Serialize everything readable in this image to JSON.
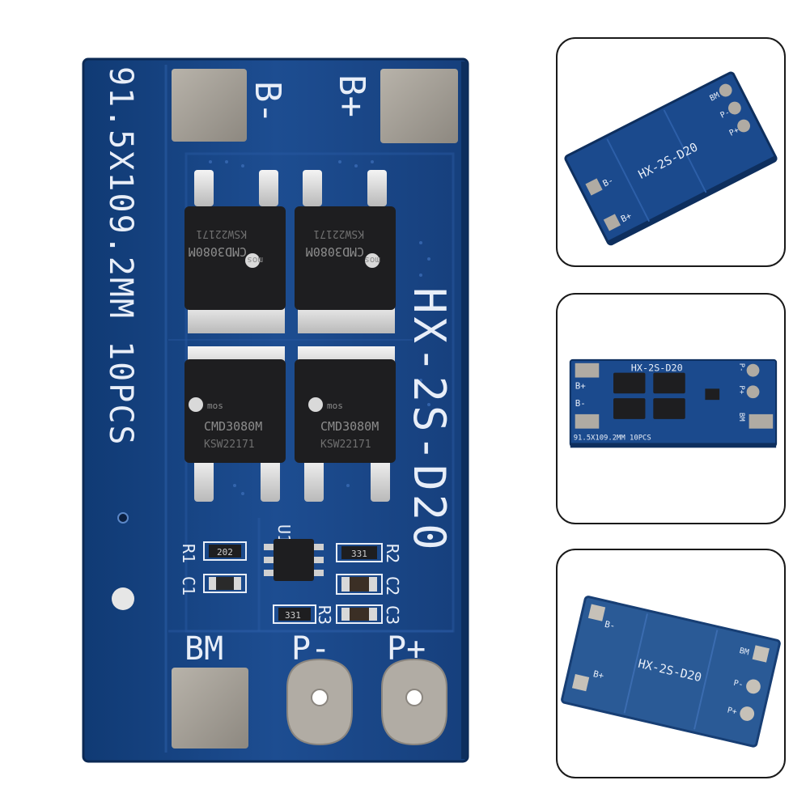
{
  "main_board": {
    "side_text": "91.5X109.2MM 10PCS",
    "model_label": "HX-2S-D20",
    "pads": {
      "b_minus": "B-",
      "b_plus": "B+",
      "bm": "BM",
      "p_minus": "P-",
      "p_plus": "P+"
    },
    "chips": [
      {
        "text1": "CMD3080M",
        "text2": "KSW22171",
        "brand": "mos"
      },
      {
        "text1": "CMD3080M",
        "text2": "KSW22171",
        "brand": "mos"
      },
      {
        "text1": "CMD3080M",
        "text2": "KSW22171",
        "brand": "mos"
      },
      {
        "text1": "CMD3080M",
        "text2": "KSW22171",
        "brand": "mos"
      }
    ],
    "components": {
      "u1": "U1",
      "r1": "R1",
      "r1_value": "202",
      "c1": "C1",
      "r2": "R2",
      "r2_value": "331",
      "c2": "C2",
      "r3": "R3",
      "r3_value": "331",
      "c3": "C3"
    }
  },
  "thumbnails": [
    {
      "model_label": "HX-2S-D20",
      "bm": "BM",
      "p_minus": "P-",
      "p_plus": "P+",
      "b_minus": "B-",
      "b_plus": "B+"
    },
    {
      "model_label": "HX-2S-D20",
      "b_plus": "B+",
      "b_minus": "B-",
      "bm": "BM",
      "p_minus": "P-",
      "p_plus": "P+",
      "side_text": "91.5X109.2MM 10PCS"
    },
    {
      "model_label": "HX-2S-D20",
      "b_minus": "B-",
      "b_plus": "B+",
      "bm": "BM",
      "p_minus": "P-",
      "p_plus": "P+"
    }
  ],
  "colors": {
    "pcb_blue": "#1c4a8c",
    "pcb_edge": "#0e2f5e",
    "silkscreen": "#e8eef8",
    "pad_silver": "#a9a49c",
    "chip_black": "#1e1e20"
  }
}
